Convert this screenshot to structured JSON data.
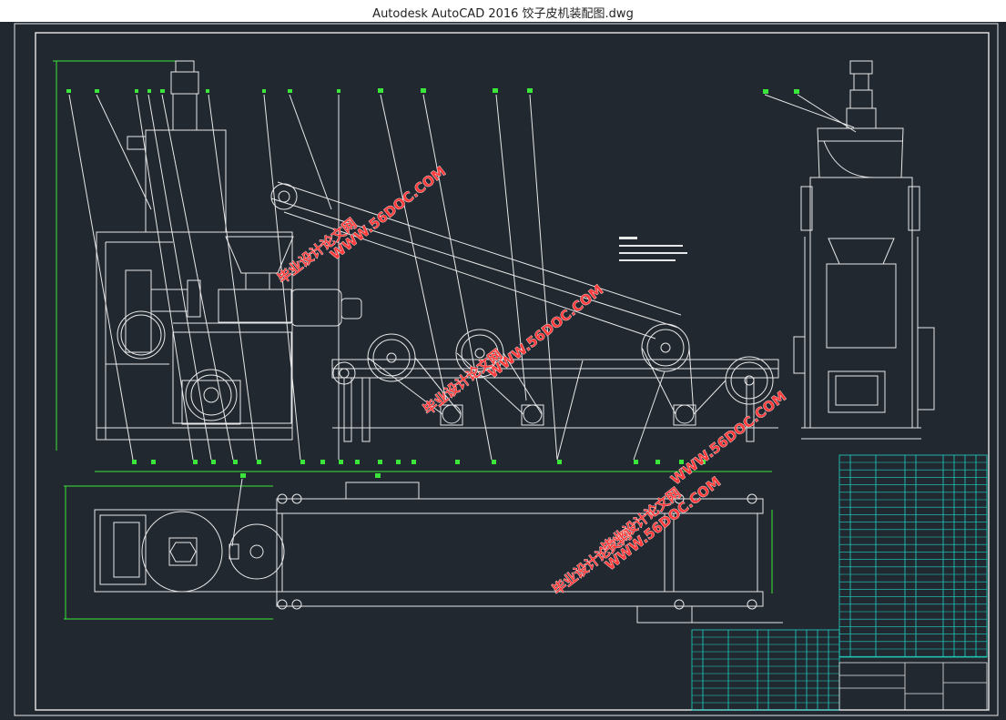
{
  "window": {
    "title": "Autodesk AutoCAD 2016    饺子皮机装配图.dwg"
  },
  "watermarks": [
    {
      "text": "WWW.56DOC.COM"
    },
    {
      "text": "毕业设计论文网"
    },
    {
      "text": "WWW.56DOC.COM"
    },
    {
      "text": "毕业设计论文网"
    },
    {
      "text": "WWW.56DOC.COM"
    },
    {
      "text": "毕业设计论文网"
    },
    {
      "text": "WWW.56DOC.COM"
    },
    {
      "text": "毕业设计论文网"
    }
  ],
  "colors": {
    "background": "#212830",
    "lines": "#e8e8e8",
    "leader_tags": "#39e639",
    "table_lines": "#1fd5c8",
    "table_text": "#ffffff",
    "watermark": "#ff3b3b"
  }
}
